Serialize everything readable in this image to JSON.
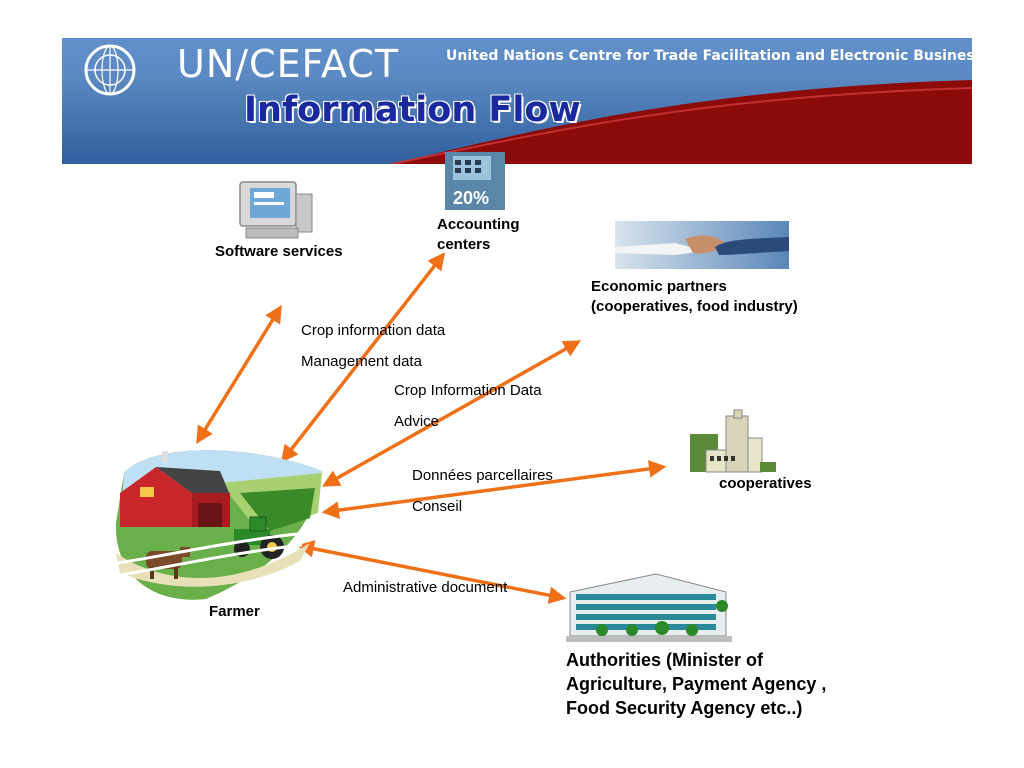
{
  "header": {
    "org": "UN/CEFACT",
    "subtitle": "United Nations Centre for Trade Facilitation and Electronic Business",
    "title": "Information Flow"
  },
  "nodes": {
    "software": "Software services",
    "accounting": [
      "Accounting",
      "centers"
    ],
    "economic": [
      "Economic partners",
      "(cooperatives, food industry)"
    ],
    "cooperatives": "cooperatives",
    "farmer": "Farmer",
    "authorities": [
      "Authorities (Minister of",
      "Agriculture, Payment Agency ,",
      "Food Security Agency etc..)"
    ],
    "calc_badge": "20%"
  },
  "flows": {
    "crop_info": "Crop information  data",
    "management": "Management data",
    "crop_info2": "Crop Information Data",
    "advice": "Advice",
    "donnees": "Données parcellaires",
    "conseil": "Conseil",
    "admin": "Administrative document"
  },
  "colors": {
    "banner_blue": "#3a6fb0",
    "banner_red": "#8b0a0a",
    "arrow": "#f07018",
    "heading": "#1a2a9e"
  }
}
